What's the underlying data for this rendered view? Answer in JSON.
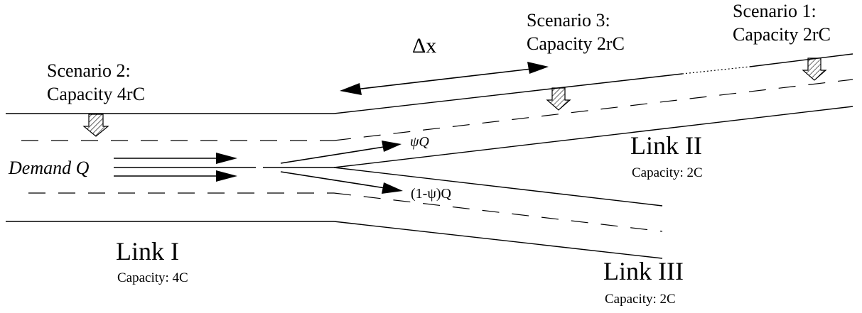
{
  "scenarios": {
    "scenario2": {
      "title": "Scenario 2:",
      "capacity": "Capacity 4rC"
    },
    "scenario3": {
      "title": "Scenario 3:",
      "capacity": "Capacity 2rC"
    },
    "scenario1": {
      "title": "Scenario 1:",
      "capacity": "Capacity 2rC"
    }
  },
  "delta_x": "Δx",
  "demand": "Demand Q",
  "flows": {
    "upper": "ψQ",
    "lower": "(1-ψ)Q"
  },
  "links": {
    "link1": {
      "name": "Link I",
      "capacity": "Capacity: 4C"
    },
    "link2": {
      "name": "Link II",
      "capacity": "Capacity: 2C"
    },
    "link3": {
      "name": "Link III",
      "capacity": "Capacity: 2C"
    }
  }
}
